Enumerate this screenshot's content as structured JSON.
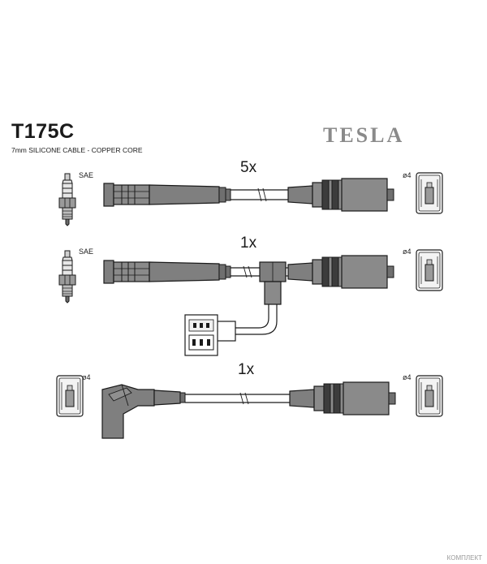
{
  "header": {
    "part_code": "T175C",
    "subtitle": "7mm SILICONE CABLE - COPPER CORE",
    "brand": "TESLA"
  },
  "rows": [
    {
      "quantity": "5x",
      "left_label": "SAE",
      "right_label": "ø4"
    },
    {
      "quantity": "1x",
      "left_label": "SAE",
      "right_label": "ø4"
    },
    {
      "quantity": "1x",
      "left_label": "ø4",
      "right_label": "ø4"
    }
  ],
  "watermark": "КОМПЛЕКТ",
  "colors": {
    "cable_fill": "#7f7f7f",
    "cable_dark": "#3c3c3c",
    "outline": "#1a1a1a",
    "brand_grey": "#8a8a8a"
  }
}
